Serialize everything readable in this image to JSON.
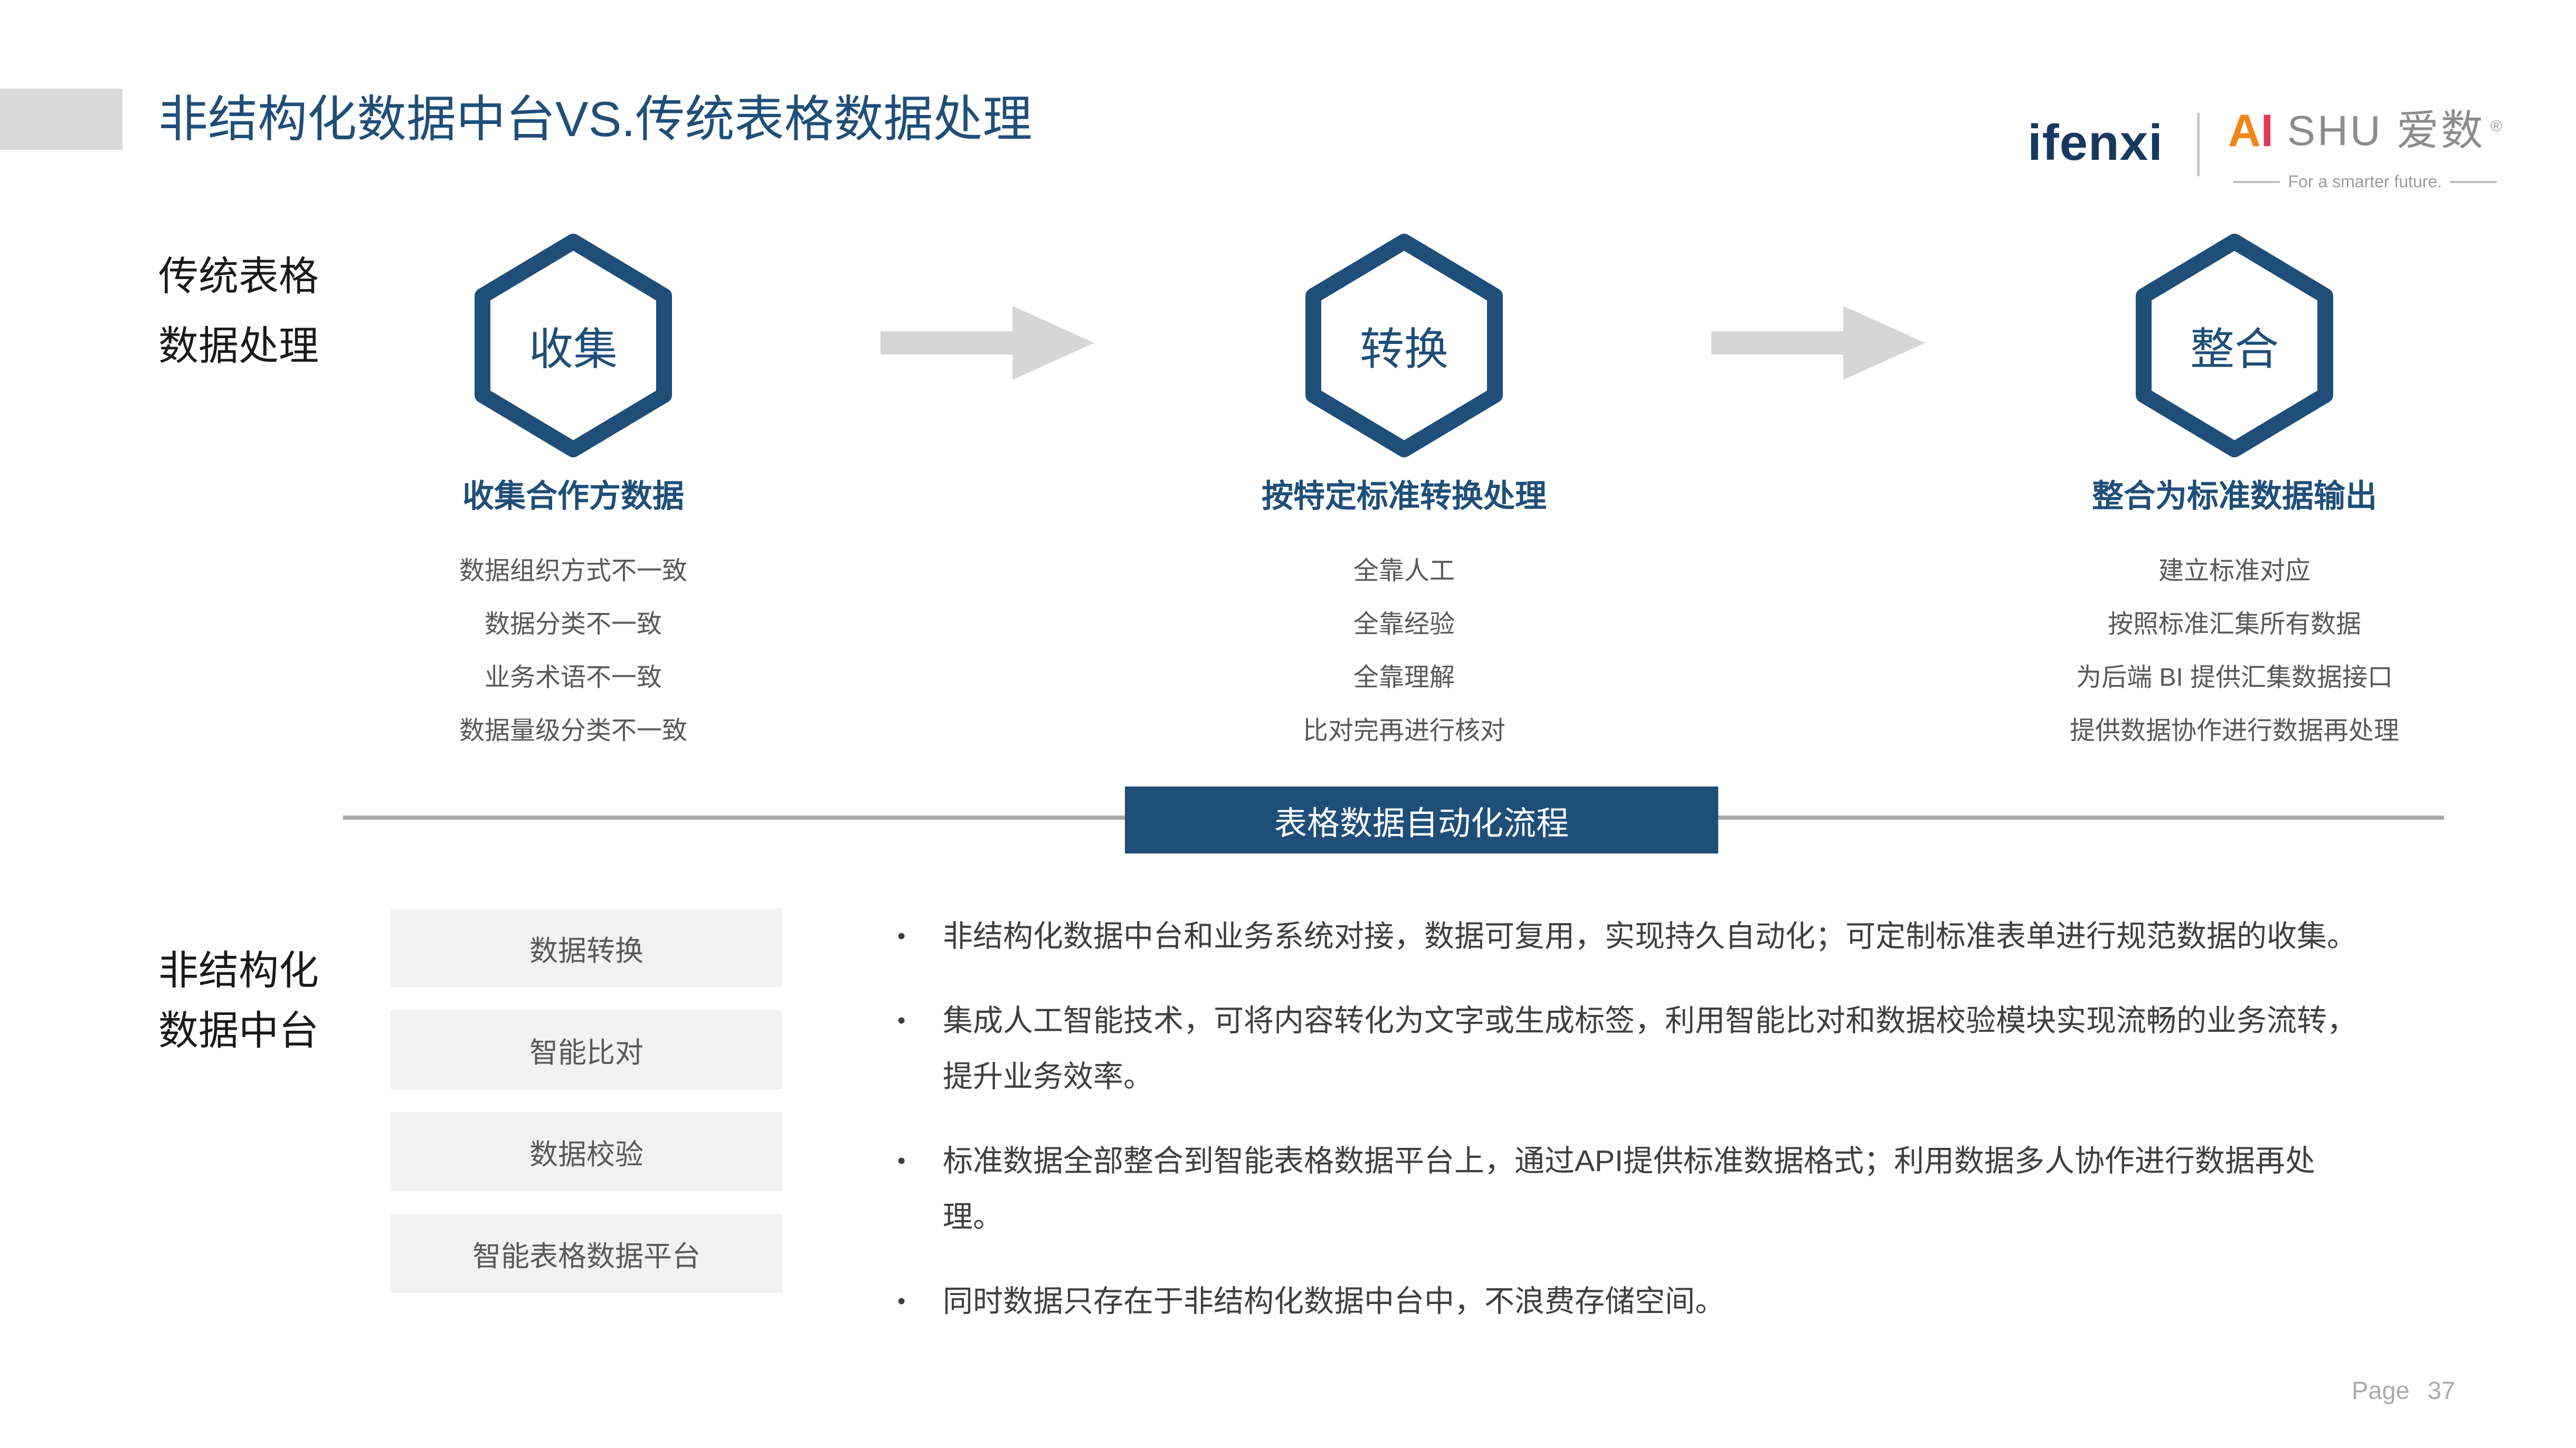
{
  "slide": {
    "title": "非结构化数据中台VS.传统表格数据处理",
    "footer": {
      "page_label": "Page",
      "page_number": "37"
    }
  },
  "logo": {
    "ifenxi": "ifenxi",
    "ai_a": "A",
    "ai_i": "I",
    "shu": "SHU 爱数",
    "registered": "®",
    "tagline": "For a smarter future."
  },
  "colors": {
    "navy": "#1F4E79",
    "item_gray": "#595959",
    "arrow_gray": "#D6D6D6",
    "line_gray": "#A8A8A8",
    "box_gray": "#F2F2F2",
    "accent_gray": "#D9D9D9",
    "ai_orange": "#F08519",
    "ai_red": "#E23A57"
  },
  "traditional": {
    "label_line1": "传统表格",
    "label_line2": "数据处理",
    "steps": [
      {
        "hex": "收集",
        "title": "收集合作方数据",
        "items": [
          "数据组织方式不一致",
          "数据分类不一致",
          "业务术语不一致",
          "数据量级分类不一致"
        ]
      },
      {
        "hex": "转换",
        "title": "按特定标准转换处理",
        "items": [
          "全靠人工",
          "全靠经验",
          "全靠理解",
          "比对完再进行核对"
        ]
      },
      {
        "hex": "整合",
        "title": "整合为标准数据输出",
        "items": [
          "建立标准对应",
          "按照标准汇集所有数据",
          "为后端 BI 提供汇集数据接口",
          "提供数据协作进行数据再处理"
        ]
      }
    ]
  },
  "banner": {
    "label": "表格数据自动化流程"
  },
  "platform": {
    "label_line1": "非结构化",
    "label_line2": "数据中台",
    "modules": [
      "数据转换",
      "智能比对",
      "数据校验",
      "智能表格数据平台"
    ],
    "bullets": [
      "非结构化数据中台和业务系统对接，数据可复用，实现持久自动化；可定制标准表单进行规范数据的收集。",
      "集成人工智能技术，可将内容转化为文字或生成标签，利用智能比对和数据校验模块实现流畅的业务流转，提升业务效率。",
      "标准数据全部整合到智能表格数据平台上，通过API提供标准数据格式；利用数据多人协作进行数据再处理。",
      "同时数据只存在于非结构化数据中台中，不浪费存储空间。"
    ]
  }
}
